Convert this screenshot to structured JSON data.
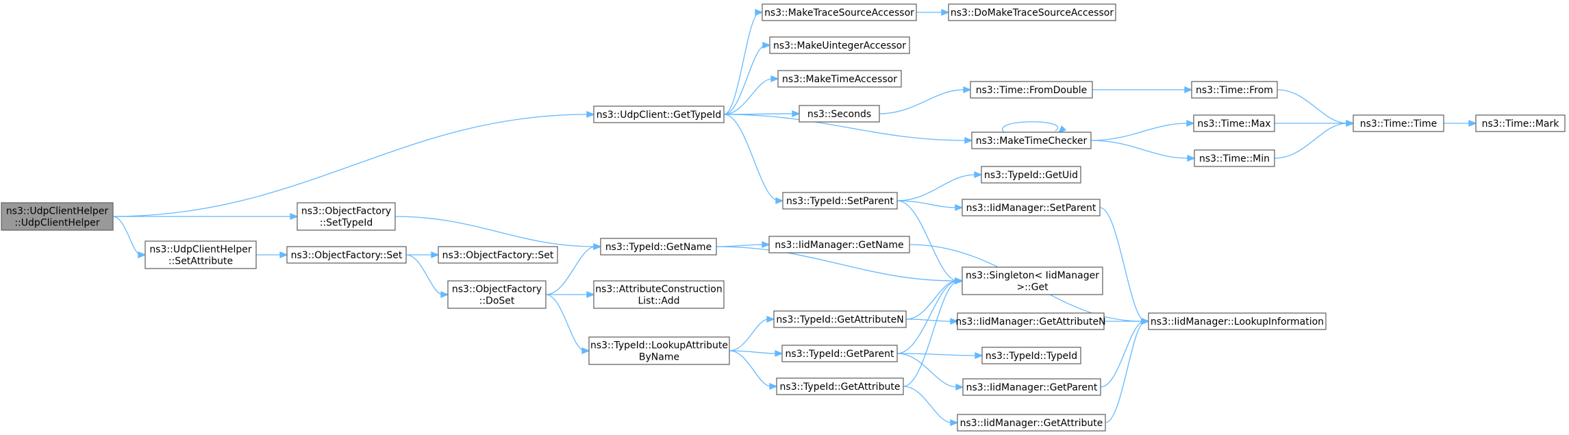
{
  "root": "ns3::UdpClientHelper::UdpClientHelper",
  "colors": {
    "edge": "#63b8ff",
    "node_border": "#666666",
    "root_fill": "#999999",
    "node_fill": "#ffffff"
  },
  "nodes": [
    {
      "id": "root",
      "lines": [
        "ns3::UdpClientHelper",
        "::UdpClientHelper"
      ],
      "root": true
    },
    {
      "id": "udpGetTypeId",
      "lines": [
        "ns3::UdpClient::GetTypeId"
      ]
    },
    {
      "id": "ofSetTypeId",
      "lines": [
        "ns3::ObjectFactory",
        "::SetTypeId"
      ]
    },
    {
      "id": "uchSetAttr",
      "lines": [
        "ns3::UdpClientHelper",
        "::SetAttribute"
      ]
    },
    {
      "id": "ofSet1",
      "lines": [
        "ns3::ObjectFactory::Set"
      ]
    },
    {
      "id": "ofSet2",
      "lines": [
        "ns3::ObjectFactory::Set"
      ]
    },
    {
      "id": "ofDoSet",
      "lines": [
        "ns3::ObjectFactory",
        "::DoSet"
      ]
    },
    {
      "id": "tidGetName",
      "lines": [
        "ns3::TypeId::GetName"
      ]
    },
    {
      "id": "aclAdd",
      "lines": [
        "ns3::AttributeConstruction",
        "List::Add"
      ]
    },
    {
      "id": "tidLookup",
      "lines": [
        "ns3::TypeId::LookupAttribute",
        "ByName"
      ]
    },
    {
      "id": "mkTrace",
      "lines": [
        "ns3::MakeTraceSourceAccessor"
      ]
    },
    {
      "id": "doMkTrace",
      "lines": [
        "ns3::DoMakeTraceSourceAccessor"
      ]
    },
    {
      "id": "mkUint",
      "lines": [
        "ns3::MakeUintegerAccessor"
      ]
    },
    {
      "id": "mkTimeAcc",
      "lines": [
        "ns3::MakeTimeAccessor"
      ]
    },
    {
      "id": "seconds",
      "lines": [
        "ns3::Seconds"
      ]
    },
    {
      "id": "fromDouble",
      "lines": [
        "ns3::Time::FromDouble"
      ]
    },
    {
      "id": "timeFrom",
      "lines": [
        "ns3::Time::From"
      ]
    },
    {
      "id": "mkChecker",
      "lines": [
        "ns3::MakeTimeChecker"
      ]
    },
    {
      "id": "timeMax",
      "lines": [
        "ns3::Time::Max"
      ]
    },
    {
      "id": "timeMin",
      "lines": [
        "ns3::Time::Min"
      ]
    },
    {
      "id": "timeTime",
      "lines": [
        "ns3::Time::Time"
      ]
    },
    {
      "id": "timeMark",
      "lines": [
        "ns3::Time::Mark"
      ]
    },
    {
      "id": "tidSetParent",
      "lines": [
        "ns3::TypeId::SetParent"
      ]
    },
    {
      "id": "tidGetUid",
      "lines": [
        "ns3::TypeId::GetUid"
      ]
    },
    {
      "id": "iidSetParent",
      "lines": [
        "ns3::IidManager::SetParent"
      ]
    },
    {
      "id": "iidGetName",
      "lines": [
        "ns3::IidManager::GetName"
      ]
    },
    {
      "id": "singleton",
      "lines": [
        "ns3::Singleton< IidManager",
        " >::Get"
      ]
    },
    {
      "id": "tidGetAttrN",
      "lines": [
        "ns3::TypeId::GetAttributeN"
      ]
    },
    {
      "id": "iidGetAttrN",
      "lines": [
        "ns3::IidManager::GetAttributeN"
      ]
    },
    {
      "id": "lookupInfo",
      "lines": [
        "ns3::IidManager::LookupInformation"
      ]
    },
    {
      "id": "tidGetParent",
      "lines": [
        "ns3::TypeId::GetParent"
      ]
    },
    {
      "id": "tidTypeId",
      "lines": [
        "ns3::TypeId::TypeId"
      ]
    },
    {
      "id": "iidGetParent",
      "lines": [
        "ns3::IidManager::GetParent"
      ]
    },
    {
      "id": "tidGetAttr",
      "lines": [
        "ns3::TypeId::GetAttribute"
      ]
    },
    {
      "id": "iidGetAttr",
      "lines": [
        "ns3::IidManager::GetAttribute"
      ]
    }
  ],
  "edges": [
    [
      "root",
      "udpGetTypeId"
    ],
    [
      "root",
      "ofSetTypeId"
    ],
    [
      "root",
      "uchSetAttr"
    ],
    [
      "udpGetTypeId",
      "mkTrace"
    ],
    [
      "udpGetTypeId",
      "mkUint"
    ],
    [
      "udpGetTypeId",
      "mkTimeAcc"
    ],
    [
      "udpGetTypeId",
      "seconds"
    ],
    [
      "udpGetTypeId",
      "mkChecker"
    ],
    [
      "udpGetTypeId",
      "tidSetParent"
    ],
    [
      "mkTrace",
      "doMkTrace"
    ],
    [
      "seconds",
      "fromDouble"
    ],
    [
      "fromDouble",
      "timeFrom"
    ],
    [
      "timeFrom",
      "timeTime"
    ],
    [
      "mkChecker",
      "mkChecker"
    ],
    [
      "mkChecker",
      "timeMax"
    ],
    [
      "mkChecker",
      "timeMin"
    ],
    [
      "timeMax",
      "timeTime"
    ],
    [
      "timeMin",
      "timeTime"
    ],
    [
      "timeTime",
      "timeMark"
    ],
    [
      "tidSetParent",
      "tidGetUid"
    ],
    [
      "tidSetParent",
      "iidSetParent"
    ],
    [
      "tidSetParent",
      "singleton"
    ],
    [
      "iidSetParent",
      "lookupInfo"
    ],
    [
      "ofSetTypeId",
      "tidGetName"
    ],
    [
      "tidGetName",
      "iidGetName"
    ],
    [
      "tidGetName",
      "singleton"
    ],
    [
      "iidGetName",
      "lookupInfo"
    ],
    [
      "uchSetAttr",
      "ofSet1"
    ],
    [
      "ofSet1",
      "ofSet2"
    ],
    [
      "ofSet1",
      "ofDoSet"
    ],
    [
      "ofDoSet",
      "tidGetName"
    ],
    [
      "ofDoSet",
      "aclAdd"
    ],
    [
      "ofDoSet",
      "tidLookup"
    ],
    [
      "tidLookup",
      "tidGetAttrN"
    ],
    [
      "tidLookup",
      "tidGetParent"
    ],
    [
      "tidLookup",
      "tidGetAttr"
    ],
    [
      "tidGetAttrN",
      "singleton"
    ],
    [
      "tidGetAttrN",
      "iidGetAttrN"
    ],
    [
      "iidGetAttrN",
      "lookupInfo"
    ],
    [
      "tidGetParent",
      "singleton"
    ],
    [
      "tidGetParent",
      "tidTypeId"
    ],
    [
      "tidGetParent",
      "iidGetParent"
    ],
    [
      "iidGetParent",
      "lookupInfo"
    ],
    [
      "tidGetAttr",
      "singleton"
    ],
    [
      "tidGetAttr",
      "iidGetAttr"
    ],
    [
      "iidGetAttr",
      "lookupInfo"
    ]
  ]
}
